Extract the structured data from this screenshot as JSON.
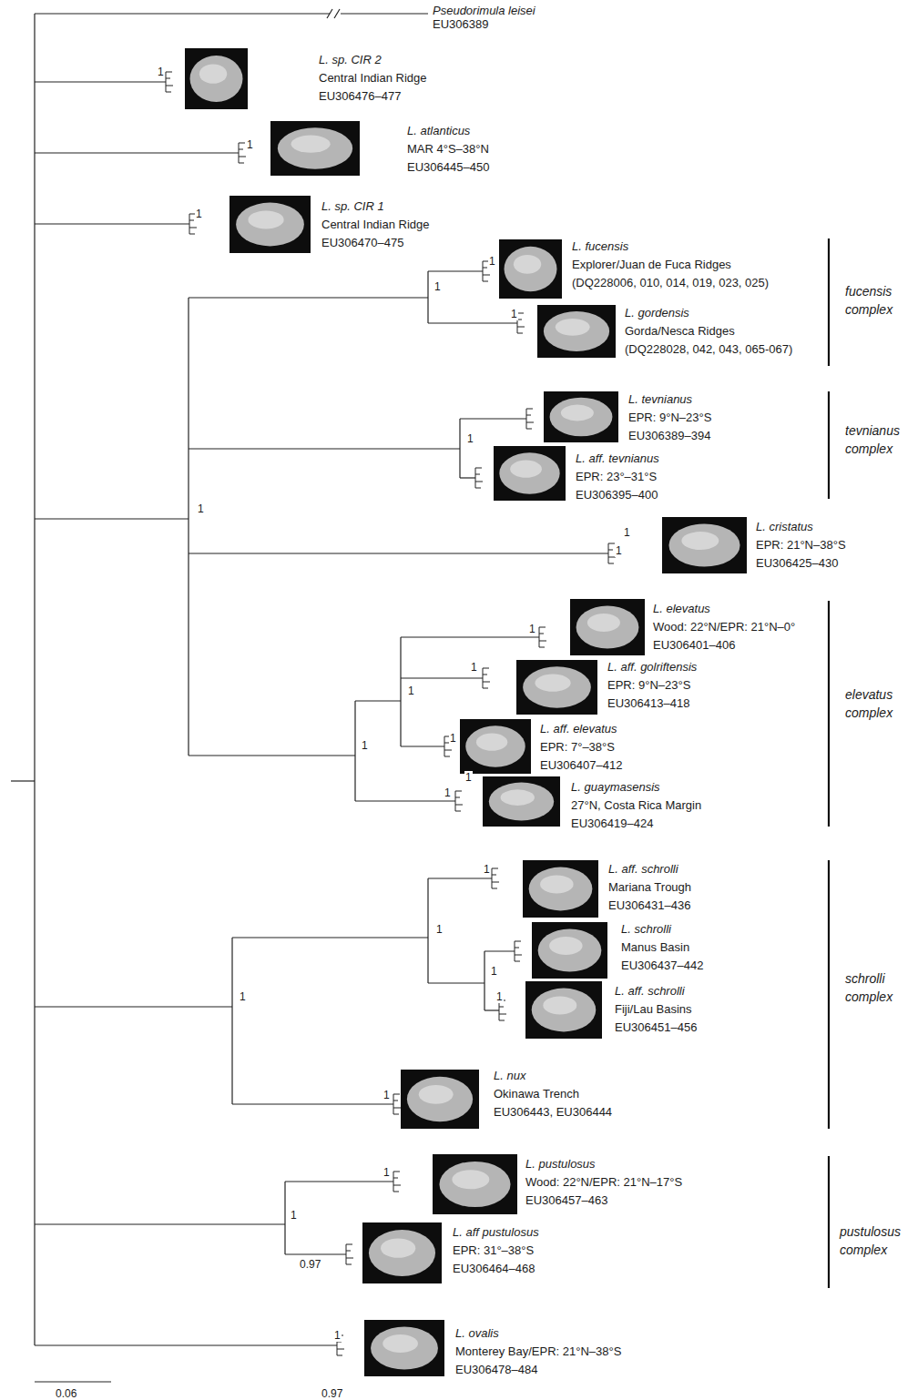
{
  "diagram": {
    "nodes": [
      {
        "text": [
          "Pseudorimula leisei",
          "EU306389"
        ]
      },
      {
        "text": [
          "L. sp. CIR 2",
          "Central Indian Ridge",
          "EU306476–477"
        ]
      },
      {
        "text": [
          "L. atlanticus",
          "MAR 4°S–38°N",
          "EU306445–450"
        ]
      },
      {
        "text": [
          "L. sp. CIR 1",
          "Central Indian Ridge",
          "EU306470–475"
        ]
      },
      {
        "text": [
          "L. fucensis",
          "Explorer/Juan de Fuca Ridges",
          "(DQ228006, 010, 014, 019, 023, 025)"
        ]
      },
      {
        "text": [
          "L. gordensis",
          "Gorda/Nesca Ridges",
          "(DQ228028, 042, 043, 065-067)"
        ]
      },
      {
        "text": [
          "L. tevnianus",
          "EPR: 9°N–23°S",
          "EU306389–394"
        ]
      },
      {
        "text": [
          "L. aff. tevnianus",
          "EPR: 23°–31°S",
          "EU306395–400"
        ]
      },
      {
        "text": [
          "L. cristatus",
          "EPR: 21°N–38°S",
          "EU306425–430"
        ]
      },
      {
        "text": [
          "L. elevatus",
          "Wood: 22°N/EPR: 21°N–0°",
          "EU306401–406"
        ]
      },
      {
        "text": [
          "L. aff. golriftensis",
          "EPR: 9°N–23°S",
          "EU306413–418"
        ]
      },
      {
        "text": [
          "L. aff. elevatus",
          "EPR: 7°–38°S",
          "EU306407–412"
        ]
      },
      {
        "text": [
          "L. guaymasensis",
          "27°N, Costa Rica Margin",
          "EU306419–424"
        ]
      },
      {
        "text": [
          "L. aff. schrolli",
          "Mariana Trough",
          "EU306431–436"
        ]
      },
      {
        "text": [
          "L. schrolli",
          "Manus Basin",
          "EU306437–442"
        ]
      },
      {
        "text": [
          "L. aff. schrolli",
          "Fiji/Lau Basins",
          "EU306451–456"
        ]
      },
      {
        "text": [
          "L. nux",
          "Okinawa Trench",
          "EU306443, EU306444"
        ]
      },
      {
        "text": [
          "L. pustulosus",
          "Wood: 22°N/EPR: 21°N–17°S",
          "EU306457–463"
        ]
      },
      {
        "text": [
          "L. aff pustulosus",
          "EPR: 31°–38°S",
          "EU306464–468"
        ]
      },
      {
        "text": [
          "L. ovalis",
          "Monterey Bay/EPR: 21°N–38°S",
          "EU306478–484"
        ]
      }
    ],
    "labels": [
      "1",
      "1",
      "1",
      "1",
      "fucensis complex",
      "1",
      "1",
      "tevnianus complex",
      "1",
      "1",
      "1",
      "1",
      "1",
      "1",
      "elevatus complex",
      "1",
      "1",
      "1",
      "1",
      "1",
      "1",
      "1",
      "1",
      "schrolli complex",
      "1",
      "1",
      "1",
      "1",
      "1",
      "pustulosus complex",
      "0.97",
      "1",
      "0.06",
      "0.97"
    ]
  }
}
